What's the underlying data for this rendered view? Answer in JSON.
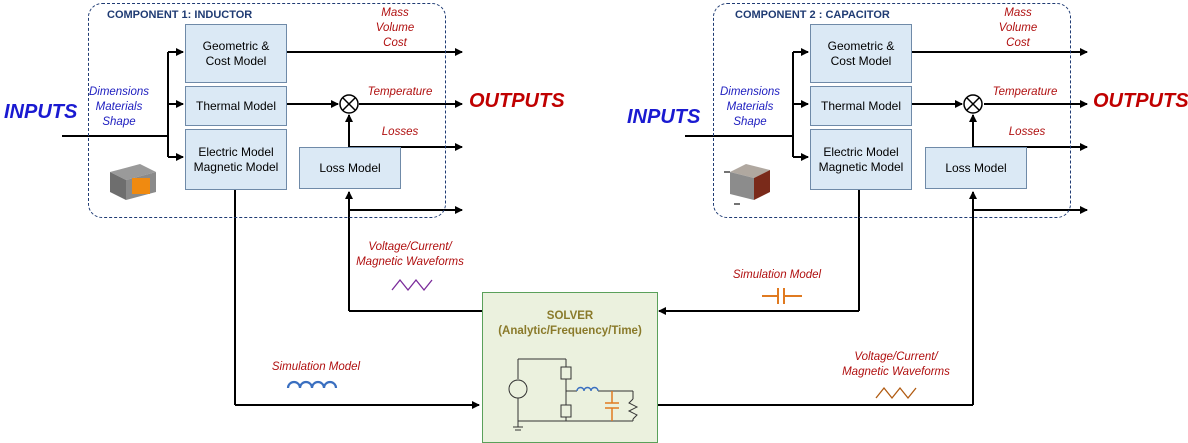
{
  "component1": {
    "title": "COMPONENT 1: INDUCTOR",
    "inputs_label": "INPUTS",
    "outputs_label": "OUTPUTS",
    "input_params": "Dimensions\nMaterials\nShape",
    "models": {
      "geometric": "Geometric &\nCost Model",
      "thermal": "Thermal Model",
      "electric": "Electric Model\nMagnetic Model",
      "loss": "Loss Model"
    },
    "outputs": {
      "mass_volume_cost": "Mass\nVolume\nCost",
      "temperature": "Temperature",
      "losses": "Losses"
    }
  },
  "component2": {
    "title": "COMPONENT 2 : CAPACITOR",
    "inputs_label": "INPUTS",
    "outputs_label": "OUTPUTS",
    "input_params": "Dimensions\nMaterials\nShape",
    "models": {
      "geometric": "Geometric &\nCost Model",
      "thermal": "Thermal Model",
      "electric": "Electric Model\nMagnetic Model",
      "loss": "Loss Model"
    },
    "outputs": {
      "mass_volume_cost": "Mass\nVolume\nCost",
      "temperature": "Temperature",
      "losses": "Losses"
    }
  },
  "solver": {
    "title": "SOLVER",
    "subtitle": "(Analytic/Frequency/Time)"
  },
  "links": {
    "sim_model_left": "Simulation Model",
    "sim_model_right": "Simulation Model",
    "waveforms_left": "Voltage/Current/\nMagnetic Waveforms",
    "waveforms_right": "Voltage/Current/\nMagnetic Waveforms"
  },
  "colors": {
    "frame": "#1f3b73",
    "model_box": "#dbe9f5",
    "solver_box": "#ebf1de",
    "output_text": "#c00000",
    "input_text": "#1a1ad1"
  }
}
